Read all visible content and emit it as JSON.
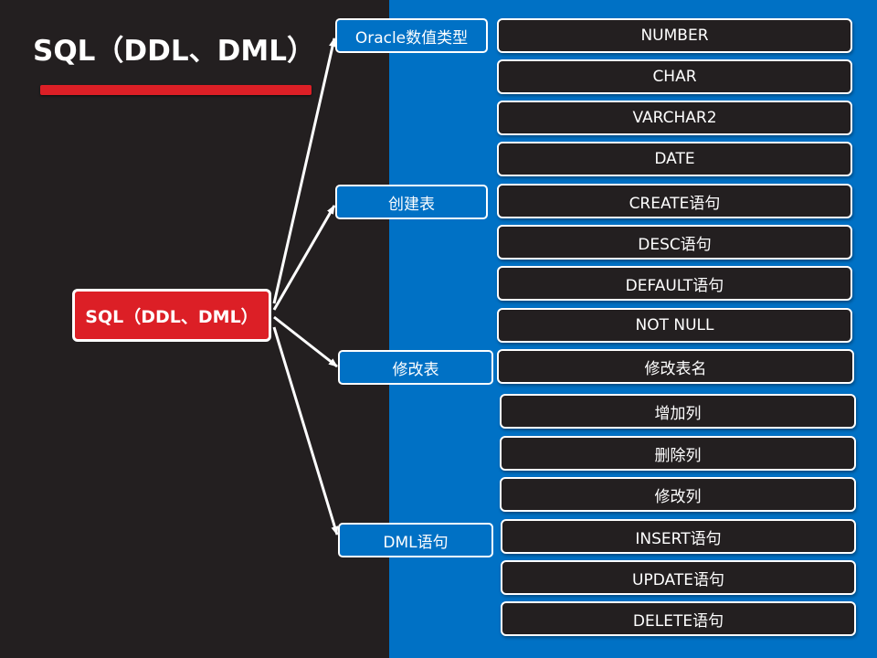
{
  "slide": {
    "title": "SQL（DDL、DML）",
    "colors": {
      "background": "#231f20",
      "panel": "#0071c5",
      "accent": "#dc1f26"
    }
  },
  "root": {
    "label": "SQL（DDL、DML）"
  },
  "categories": [
    {
      "label": "Oracle数值类型"
    },
    {
      "label": "创建表"
    },
    {
      "label": "修改表"
    },
    {
      "label": "DML语句"
    }
  ],
  "items": [
    {
      "label": "NUMBER"
    },
    {
      "label": "CHAR"
    },
    {
      "label": "VARCHAR2"
    },
    {
      "label": "DATE"
    },
    {
      "label": "CREATE语句"
    },
    {
      "label": "DESC语句"
    },
    {
      "label": "DEFAULT语句"
    },
    {
      "label": "NOT NULL"
    },
    {
      "label": "修改表名"
    },
    {
      "label": "增加列"
    },
    {
      "label": "删除列"
    },
    {
      "label": "修改列"
    },
    {
      "label": "INSERT语句"
    },
    {
      "label": "UPDATE语句"
    },
    {
      "label": "DELETE语句"
    }
  ]
}
